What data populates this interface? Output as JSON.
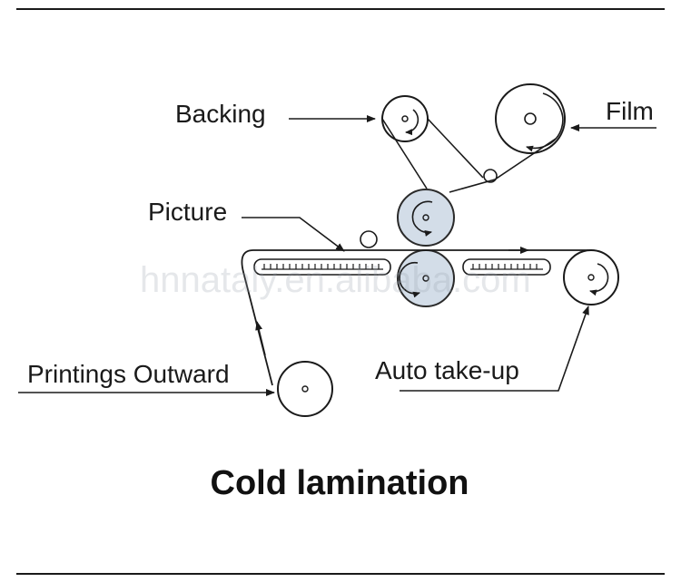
{
  "labels": {
    "backing": "Backing",
    "film": "Film",
    "picture": "Picture",
    "printings_outward": "Printings Outward",
    "auto_take_up": "Auto take-up"
  },
  "title": "Cold lamination",
  "watermark": "hnnataly.en.alibaba.com",
  "colors": {
    "line": "#1a1a1a",
    "roller_fill": "#d3dde8",
    "roller_stroke": "#2a2a2a"
  }
}
